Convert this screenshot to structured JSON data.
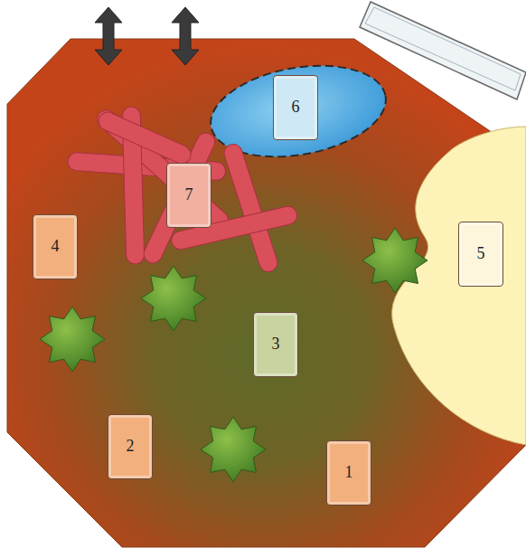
{
  "diagram": {
    "nodes": [
      {
        "text": [
          "6"
        ]
      },
      {
        "text": [
          "7"
        ]
      },
      {
        "text": [
          "4"
        ]
      },
      {
        "text": [
          "5"
        ]
      },
      {
        "text": [
          "3"
        ]
      },
      {
        "text": [
          "2"
        ]
      },
      {
        "text": [
          "1"
        ]
      }
    ]
  }
}
